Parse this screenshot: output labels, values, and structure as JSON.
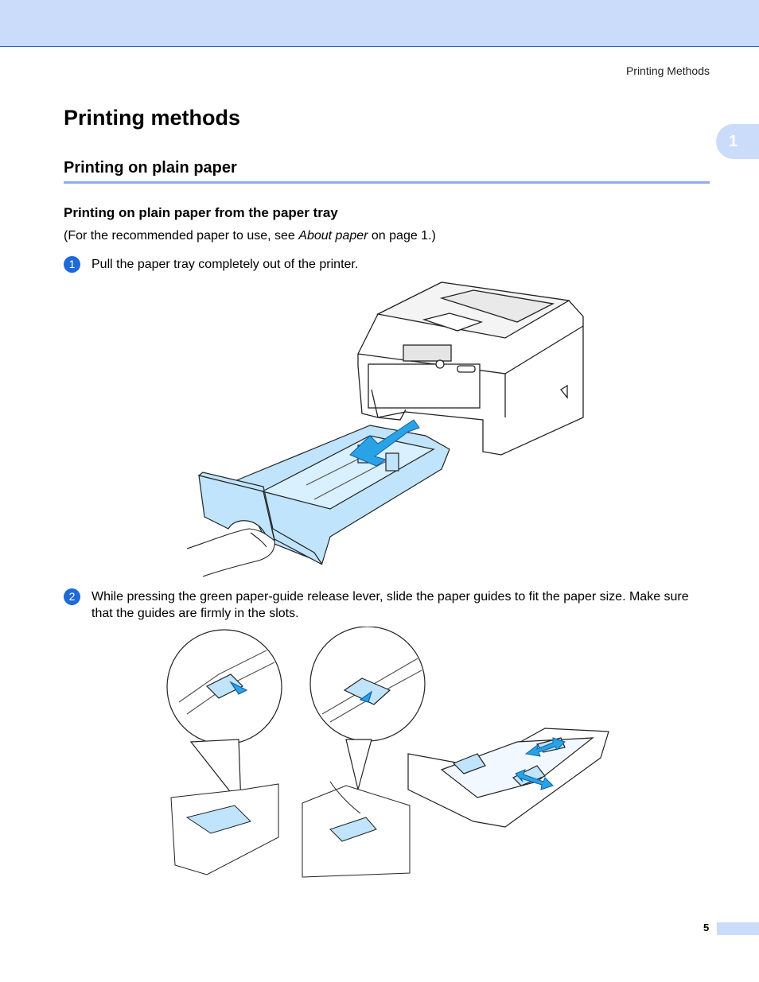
{
  "header": {
    "running_title": "Printing Methods"
  },
  "chapter_tab": {
    "number": "1"
  },
  "headings": {
    "h1": "Printing methods",
    "h2": "Printing on plain paper",
    "h3": "Printing on plain paper from the paper tray"
  },
  "note": {
    "prefix": "(For the recommended paper to use, see ",
    "link_text": "About paper",
    "suffix": " on page 1.)"
  },
  "steps": [
    {
      "number": "1",
      "text": "Pull the paper tray completely out of the printer."
    },
    {
      "number": "2",
      "text": "While pressing the green paper-guide release lever, slide the paper guides to fit the paper size. Make sure that the guides are firmly in the slots."
    }
  ],
  "footer": {
    "page_number": "5"
  },
  "colors": {
    "band": "#cbdcfb",
    "accent": "#1e6ad6",
    "rule": "#91aaf5",
    "tray_fill": "#bfe4fb",
    "arrow": "#29a3e6"
  }
}
